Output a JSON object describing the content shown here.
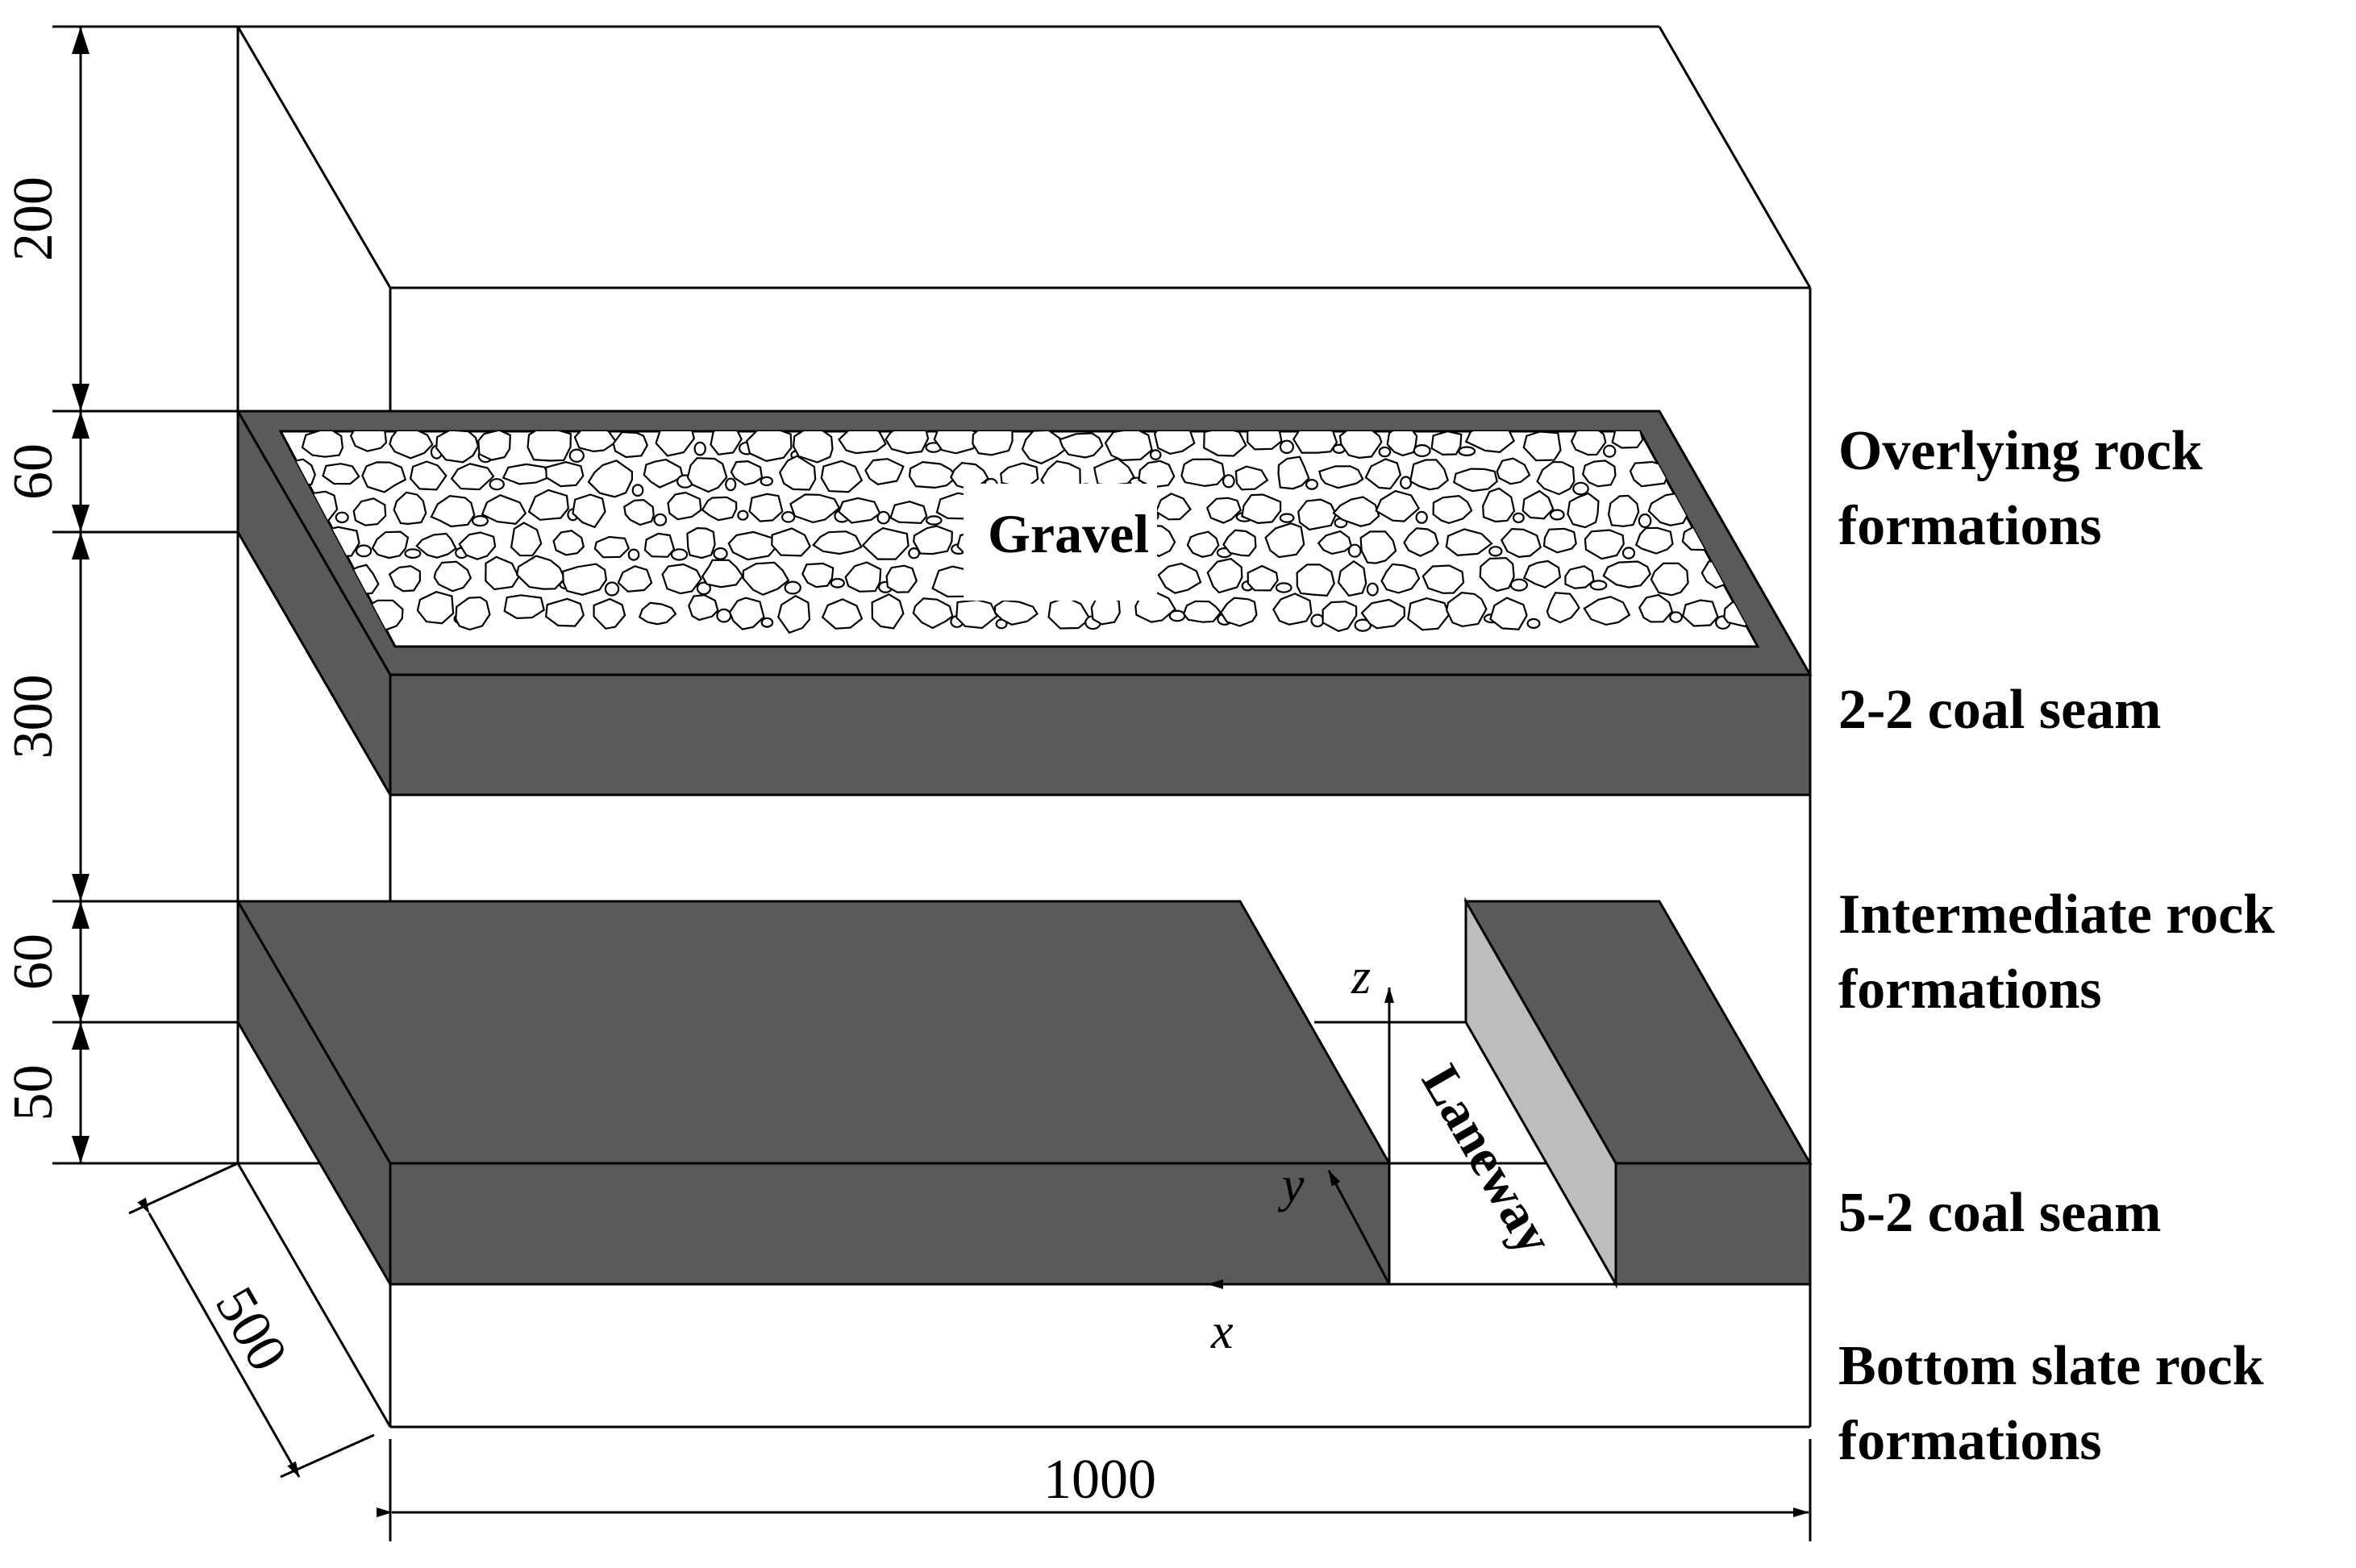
{
  "dimensions": {
    "vertical": [
      "200",
      "60",
      "300",
      "60",
      "50"
    ],
    "depth": "500",
    "width": "1000"
  },
  "labels": {
    "gravel": "Gravel",
    "laneway": "Laneway"
  },
  "axes": {
    "x": "x",
    "y": "y",
    "z": "z"
  },
  "legend": {
    "overlying": [
      "Overlying rock",
      "formations"
    ],
    "coal_22": "2-2 coal seam",
    "intermediate": [
      "Intermediate rock",
      "formations"
    ],
    "coal_52": "5-2 coal seam",
    "bottom": [
      "Bottom slate rock",
      "formations"
    ]
  },
  "colors": {
    "coal": "#5a5a5a",
    "laneway_wall": "#bdbdbd",
    "line": "#000000",
    "background": "#ffffff"
  }
}
